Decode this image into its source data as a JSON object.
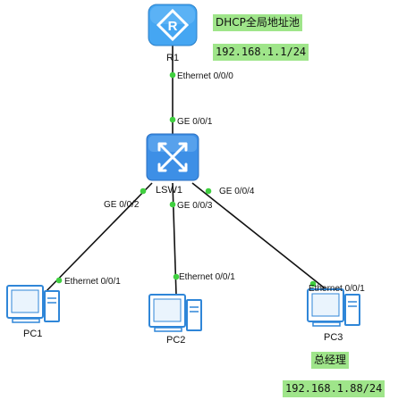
{
  "colors": {
    "link": "#111111",
    "port_dot": "#3fcf3f",
    "router_fill": "#45a6f2",
    "switch_fill": "#3d8fe6",
    "pc_outline": "#2f86d8",
    "annotation_bg": "#9fe58a"
  },
  "devices": {
    "router": {
      "name": "R1",
      "icon": "router-icon"
    },
    "switch": {
      "name": "LSW1",
      "icon": "switch-icon"
    },
    "pc1": {
      "name": "PC1",
      "icon": "pc-icon"
    },
    "pc2": {
      "name": "PC2",
      "icon": "pc-icon"
    },
    "pc3": {
      "name": "PC3",
      "icon": "pc-icon"
    }
  },
  "ports": {
    "r1_eth": "Ethernet 0/0/0",
    "sw_ge1": "GE 0/0/1",
    "sw_ge2": "GE 0/0/2",
    "sw_ge3": "GE 0/0/3",
    "sw_ge4": "GE 0/0/4",
    "pc1_eth": "Ethernet 0/0/1",
    "pc2_eth": "Ethernet 0/0/1",
    "pc3_eth": "Ethernet 0/0/1"
  },
  "annotations": {
    "dhcp_pool": "DHCP全局地址池",
    "router_ip": "192.168.1.1/24",
    "pc3_role": "总经理",
    "pc3_ip": "192.168.1.88/24"
  }
}
